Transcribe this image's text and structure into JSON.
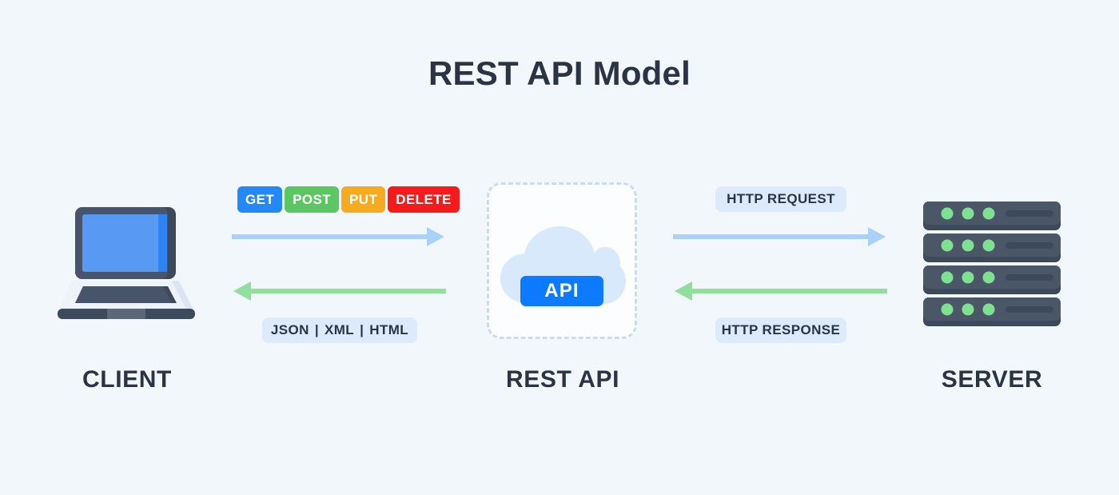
{
  "diagram": {
    "title": "REST API Model",
    "background_color": "#f2f7fc",
    "text_color": "#2b3445"
  },
  "nodes": {
    "client": {
      "caption": "CLIENT",
      "icon": "laptop-icon",
      "screen_color": "#5899f4",
      "body_color": "#3d4a5c"
    },
    "rest_api": {
      "caption": "REST API",
      "icon": "cloud-icon",
      "badge_label": "API",
      "badge_color": "#0d7bff",
      "cloud_color": "#d7e9fb",
      "border_color": "#c9dcf3"
    },
    "server": {
      "caption": "SERVER",
      "icon": "server-stack-icon",
      "unit_color": "#4b5666",
      "led_color": "#7ee191",
      "units": 4,
      "leds_per_unit": 3
    }
  },
  "methods": [
    {
      "label": "GET",
      "color": "#2489f7"
    },
    {
      "label": "POST",
      "color": "#5cc662"
    },
    {
      "label": "PUT",
      "color": "#f5ab20"
    },
    {
      "label": "DELETE",
      "color": "#f51b1b"
    }
  ],
  "formats": {
    "items": [
      "JSON",
      "XML",
      "HTML"
    ],
    "separator": "|"
  },
  "labels": {
    "http_request": "HTTP REQUEST",
    "http_response": "HTTP RESPONSE"
  },
  "arrows": {
    "request_color": "#a8d2f9",
    "response_color": "#8fe09a",
    "client_to_api": "request",
    "api_to_client": "response",
    "api_to_server": "request",
    "server_to_api": "response"
  }
}
